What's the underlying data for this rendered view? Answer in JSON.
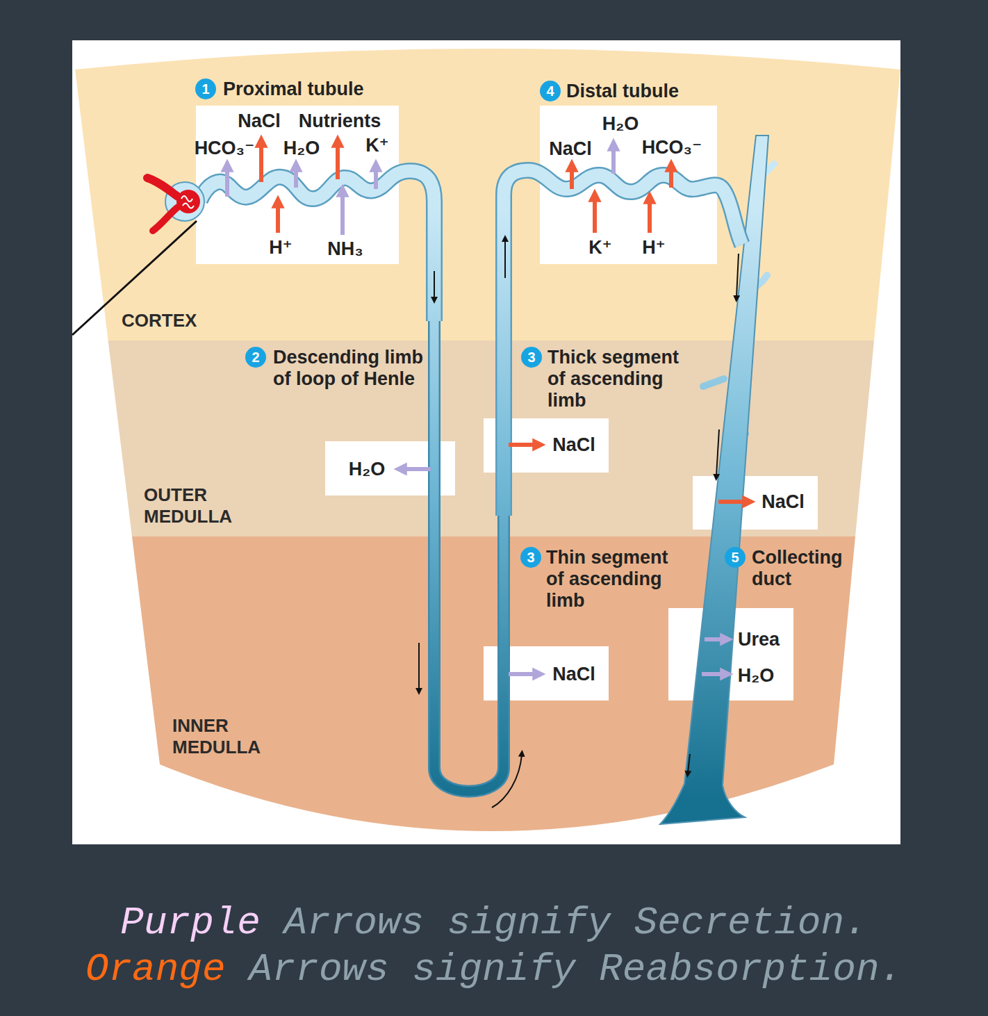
{
  "diagram": {
    "nodes": [
      {
        "text": [
          "CORTEX"
        ]
      },
      {
        "text": [
          "NaCl",
          "Nutrients",
          "HCO₃⁻",
          "H₂O",
          "K⁺",
          "H⁺",
          "NH₃"
        ],
        "in": 0
      },
      {
        "text": [
          "H₂O",
          "NaCl",
          "HCO₃⁻",
          "K⁺",
          "H⁺"
        ],
        "in": 0
      },
      {
        "text": [
          "OUTER MEDULLA"
        ]
      },
      {
        "text": [
          "H₂O"
        ],
        "in": 3
      },
      {
        "text": [
          "NaCl"
        ],
        "in": 3
      },
      {
        "text": [
          "NaCl"
        ],
        "in": 3
      },
      {
        "text": [
          "INNER MEDULLA"
        ]
      },
      {
        "text": [
          "NaCl"
        ],
        "in": 7
      },
      {
        "text": [
          "Urea",
          "H₂O"
        ],
        "in": 7
      }
    ],
    "labels": [
      "1",
      "Proximal tubule",
      "4",
      "Distal tubule",
      "2",
      "Descending limb of loop of Henle",
      "3",
      "Thick segment of ascending limb",
      "3",
      "Thin segment of ascending limb",
      "5",
      "Collecting duct",
      "Purple",
      "Orange"
    ],
    "legend": [
      {
        "text": "Arrows signify Secretion.",
        "color": "#f6d0f6"
      },
      {
        "text": "Arrows signify Reabsorption.",
        "color": "#ff6a13"
      }
    ]
  }
}
